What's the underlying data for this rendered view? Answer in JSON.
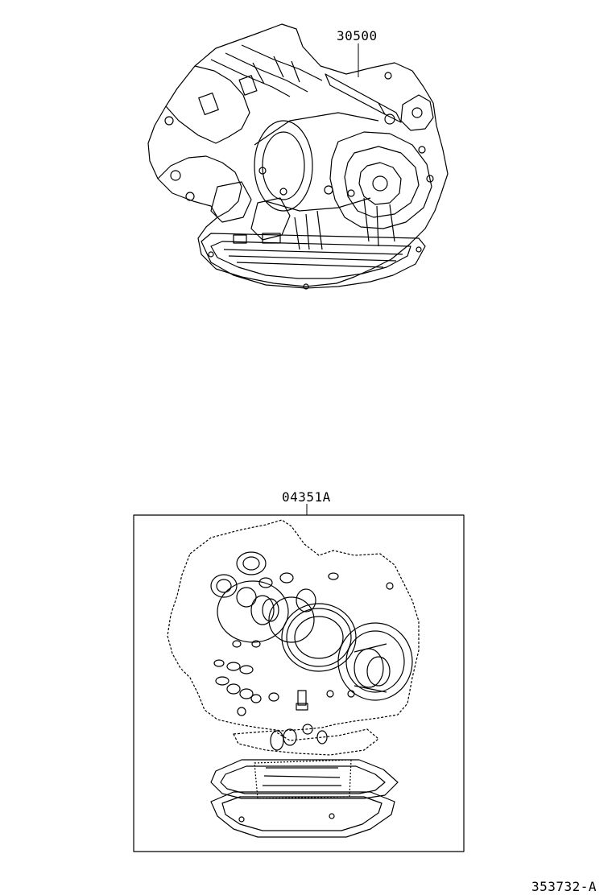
{
  "parts": [
    {
      "id": "transaxle-assy",
      "part_number": "30500"
    },
    {
      "id": "overhaul-gasket-kit",
      "part_number": "04351A"
    }
  ],
  "figure_id": "353732-A"
}
